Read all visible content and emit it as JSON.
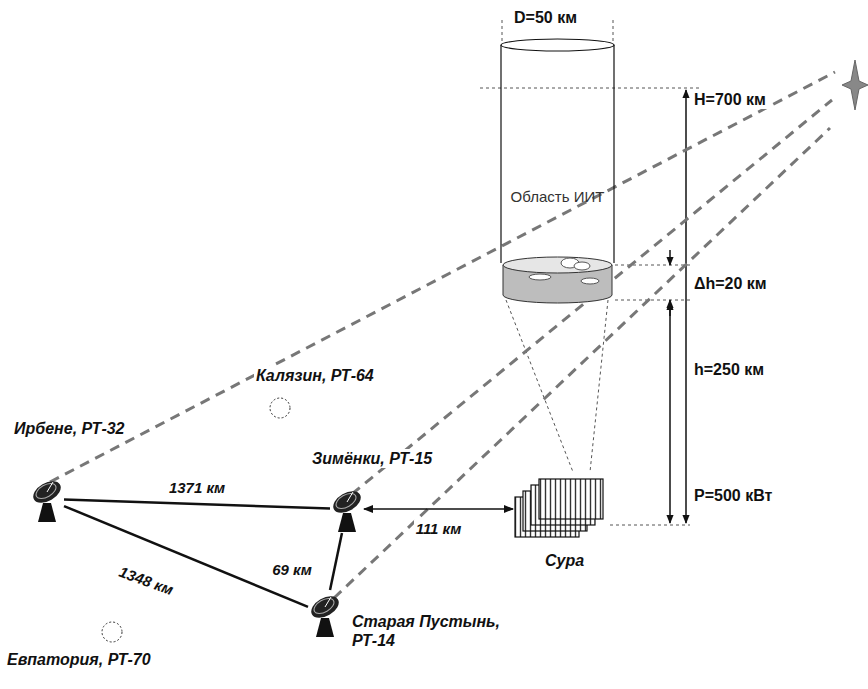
{
  "diagram": {
    "nodes": [
      {
        "text": [
          "Область ИИТ"
        ]
      },
      {
        "text": [
          "Калязин, РТ-64"
        ]
      },
      {
        "text": [
          "Ирбене, РТ-32"
        ]
      },
      {
        "text": [
          "Зимёнки, РТ-15"
        ]
      },
      {
        "text": [
          "Сура"
        ]
      },
      {
        "text": [
          "Старая Пустынь, РТ-14"
        ]
      },
      {
        "text": [
          "Евпатория, РТ-70"
        ]
      }
    ],
    "edges": [
      {
        "from": 2,
        "to": 3,
        "label": "1371 км",
        "arrow": "none"
      },
      {
        "from": 2,
        "to": 5,
        "label": "1348 км",
        "arrow": "none"
      },
      {
        "from": 3,
        "to": 5,
        "label": "69 км",
        "arrow": "none"
      },
      {
        "from": 3,
        "to": 4,
        "label": "111 км",
        "arrow": "both"
      }
    ],
    "labels": [
      "D=50 км",
      "H=700 км",
      "Δh=20 км",
      "h=250 км",
      "P=500 кВт"
    ]
  }
}
